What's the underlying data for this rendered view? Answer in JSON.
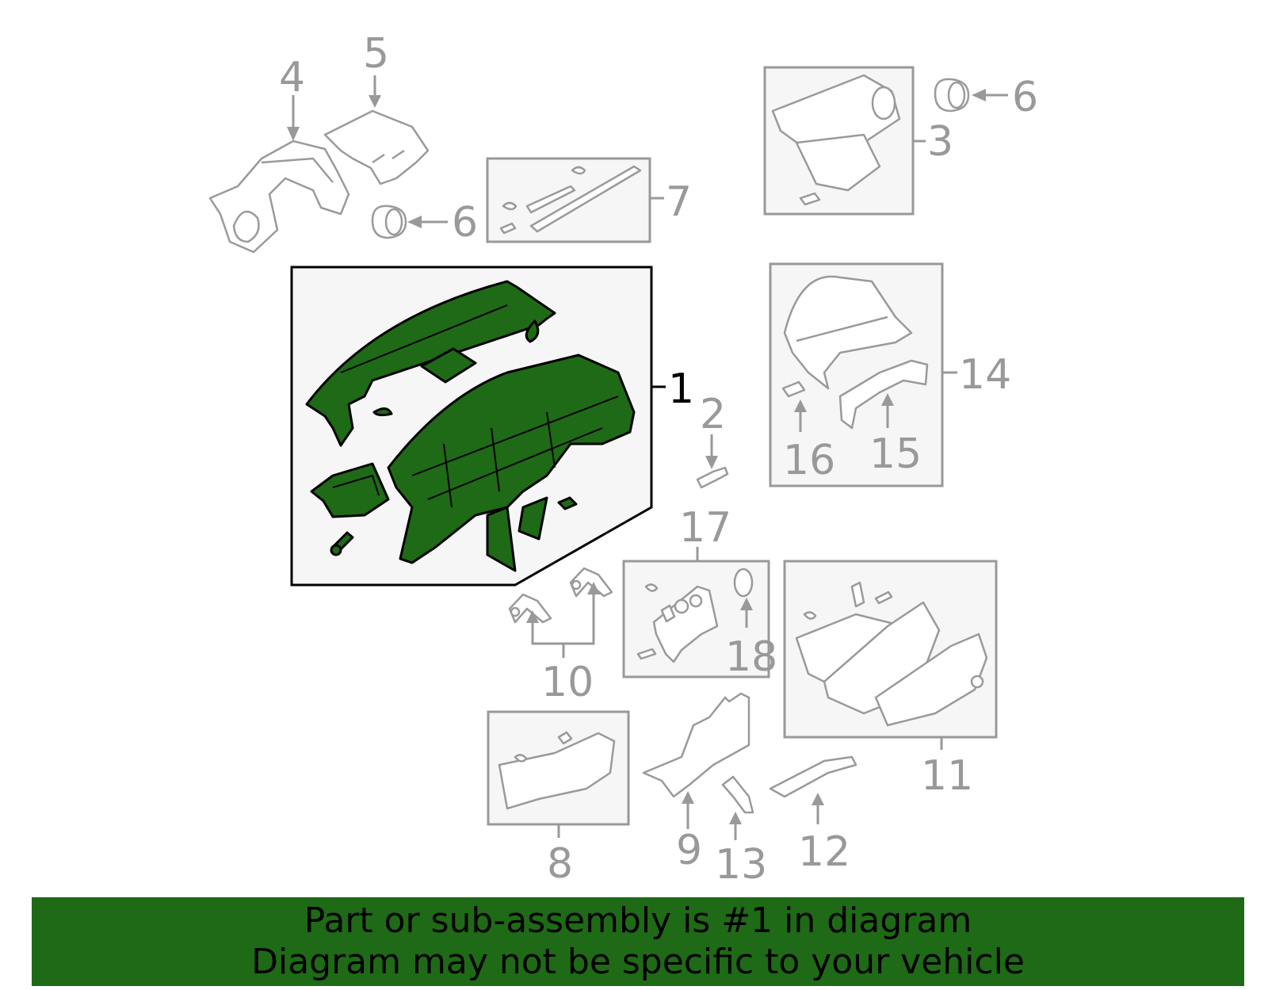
{
  "callouts": {
    "c1": "1",
    "c2": "2",
    "c3": "3",
    "c4": "4",
    "c5": "5",
    "c6a": "6",
    "c6b": "6",
    "c7": "7",
    "c8": "8",
    "c9": "9",
    "c10": "10",
    "c11": "11",
    "c12": "12",
    "c13": "13",
    "c14": "14",
    "c15": "15",
    "c16": "16",
    "c17": "17",
    "c18": "18"
  },
  "highlight_part": "1",
  "colors": {
    "highlight": "#1f6a16",
    "ghost": "#999999",
    "banner": "#1f6a16"
  },
  "banner": {
    "line1": "Part or sub-assembly is #1 in diagram",
    "line2": "Diagram may not be specific to your vehicle"
  }
}
